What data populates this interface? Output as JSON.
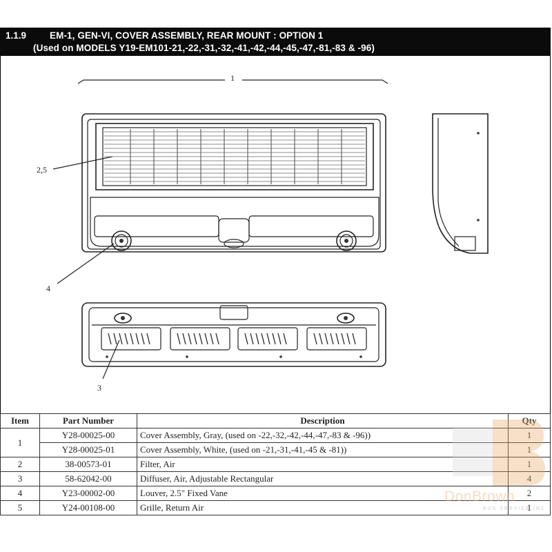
{
  "header": {
    "section": "1.1.9",
    "title": "EM-1, GEN-VI, COVER ASSEMBLY, REAR MOUNT : OPTION 1",
    "subtitle": "(Used on MODELS Y19-EM101-21,-22,-31,-32,-41,-42,-44,-45,-47,-81,-83 & -96)"
  },
  "diagram": {
    "callouts": [
      "1",
      "2,5",
      "4",
      "3"
    ]
  },
  "table": {
    "headers": [
      "Item",
      "Part Number",
      "Description",
      "Qty"
    ],
    "rows": [
      {
        "item": "1",
        "part": "Y28-00025-00",
        "desc": "Cover Assembly, Gray, (used on -22,-32,-42,-44,-47,-83 & -96))",
        "qty": "1"
      },
      {
        "item": "",
        "part": "Y28-00025-01",
        "desc": "Cover Assembly, White, (used on -21,-31,-41,-45 & -81))",
        "qty": "1"
      },
      {
        "item": "2",
        "part": "38-00573-01",
        "desc": "Filter, Air",
        "qty": "1"
      },
      {
        "item": "3",
        "part": "58-62042-00",
        "desc": "Diffuser, Air, Adjustable Rectangular",
        "qty": "4"
      },
      {
        "item": "4",
        "part": "Y23-00002-00",
        "desc": "Louver, 2.5\" Fixed Vane",
        "qty": "2"
      },
      {
        "item": "5",
        "part": "Y24-00108-00",
        "desc": "Grille, Return Air",
        "qty": "1"
      }
    ]
  },
  "watermark": {
    "brand": "DonBrown",
    "tagline": "BUS SERVICE INC"
  }
}
